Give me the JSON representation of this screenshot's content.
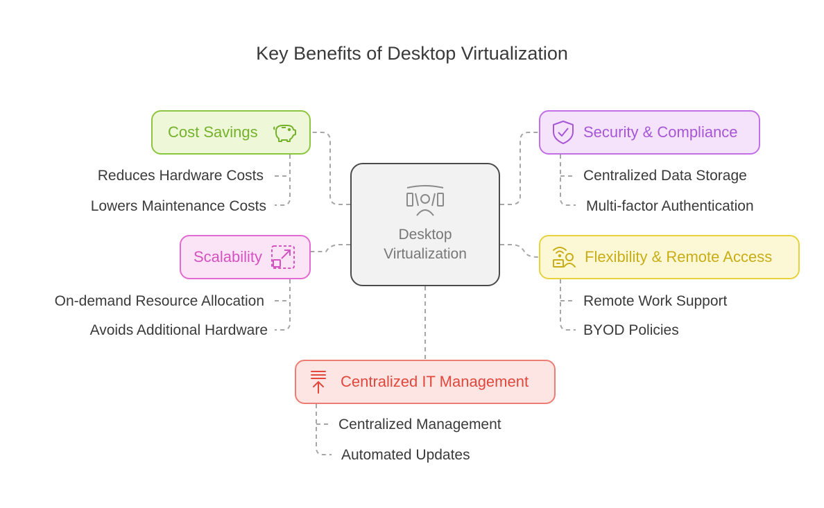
{
  "title": "Key Benefits of Desktop Virtualization",
  "center": {
    "line1": "Desktop",
    "line2": "Virtualization",
    "icon": "virtual-desktop-icon"
  },
  "branches": {
    "cost": {
      "label": "Cost Savings",
      "icon": "piggy-bank-icon",
      "color": "#8cc63f",
      "items": [
        "Reduces Hardware Costs",
        "Lowers Maintenance Costs"
      ]
    },
    "scalability": {
      "label": "Scalability",
      "icon": "expand-icon",
      "color": "#e36ad2",
      "items": [
        "On-demand Resource Allocation",
        "Avoids Additional Hardware"
      ]
    },
    "security": {
      "label": "Security & Compliance",
      "icon": "shield-check-icon",
      "color": "#c16fe6",
      "items": [
        "Centralized Data Storage",
        "Multi-factor Authentication"
      ]
    },
    "flexibility": {
      "label": "Flexibility & Remote Access",
      "icon": "remote-access-icon",
      "color": "#e8d13a",
      "items": [
        "Remote Work Support",
        "BYOD Policies"
      ]
    },
    "it": {
      "label": "Centralized IT Management",
      "icon": "upload-arrow-icon",
      "color": "#ee7c72",
      "items": [
        "Centralized Management",
        "Automated Updates"
      ]
    }
  }
}
